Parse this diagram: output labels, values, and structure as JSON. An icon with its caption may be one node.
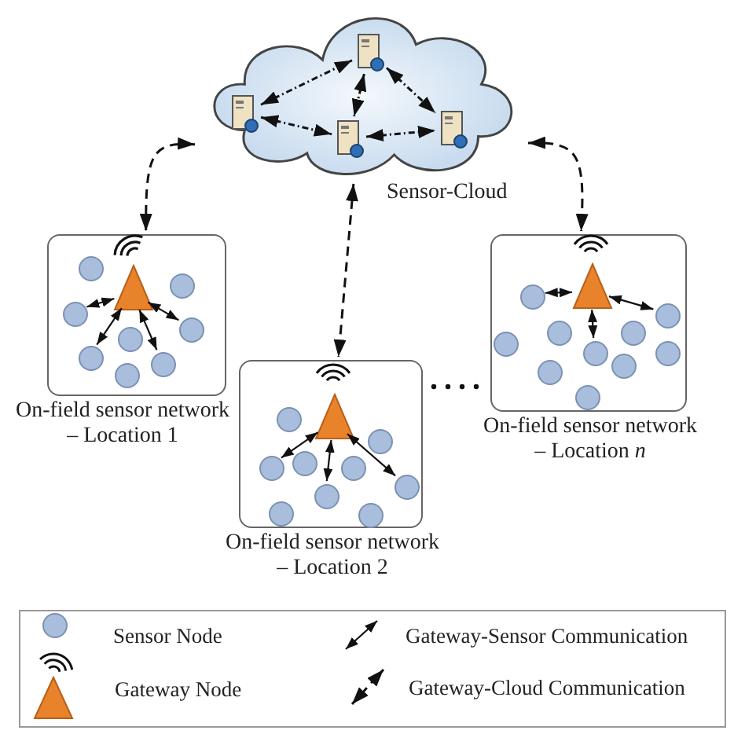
{
  "diagram": {
    "nodes": [
      {
        "text": [
          "Sensor-Cloud"
        ]
      },
      {
        "text": [],
        "shape": "server",
        "in": 0
      },
      {
        "text": [],
        "shape": "server",
        "in": 0
      },
      {
        "text": [],
        "shape": "server",
        "in": 0
      },
      {
        "text": [],
        "shape": "server",
        "in": 0
      },
      {
        "text": [
          "On-field sensor network – Location 1"
        ]
      },
      {
        "text": [],
        "shape": "triangle",
        "in": 5
      },
      {
        "text": [],
        "shape": "circle",
        "in": 5
      },
      {
        "text": [],
        "shape": "circle",
        "in": 5
      },
      {
        "text": [],
        "shape": "circle",
        "in": 5
      },
      {
        "text": [],
        "shape": "circle",
        "in": 5
      },
      {
        "text": [],
        "shape": "circle",
        "in": 5
      },
      {
        "text": [],
        "shape": "circle",
        "in": 5
      },
      {
        "text": [],
        "shape": "circle",
        "in": 5
      },
      {
        "text": [],
        "shape": "circle",
        "in": 5
      },
      {
        "text": [
          "On-field sensor network – Location 2"
        ]
      },
      {
        "text": [],
        "shape": "triangle",
        "in": 15
      },
      {
        "text": [],
        "shape": "circle",
        "in": 15
      },
      {
        "text": [],
        "shape": "circle",
        "in": 15
      },
      {
        "text": [],
        "shape": "circle",
        "in": 15
      },
      {
        "text": [],
        "shape": "circle",
        "in": 15
      },
      {
        "text": [],
        "shape": "circle",
        "in": 15
      },
      {
        "text": [],
        "shape": "circle",
        "in": 15
      },
      {
        "text": [],
        "shape": "circle",
        "in": 15
      },
      {
        "text": [],
        "shape": "circle",
        "in": 15
      },
      {
        "text": [],
        "shape": "circle",
        "in": 15
      },
      {
        "text": [
          "On-field sensor network – Location *n*"
        ]
      },
      {
        "text": [],
        "shape": "triangle",
        "in": 26
      },
      {
        "text": [],
        "shape": "circle",
        "in": 26
      },
      {
        "text": [],
        "shape": "circle",
        "in": 26
      },
      {
        "text": [],
        "shape": "circle",
        "in": 26
      },
      {
        "text": [],
        "shape": "circle",
        "in": 26
      },
      {
        "text": [],
        "shape": "circle",
        "in": 26
      },
      {
        "text": [],
        "shape": "circle",
        "in": 26
      },
      {
        "text": [],
        "shape": "circle",
        "in": 26
      },
      {
        "text": [],
        "shape": "circle",
        "in": 26
      },
      {
        "text": [],
        "shape": "circle",
        "in": 26
      },
      {
        "text": [],
        "shape": "circle",
        "in": 26
      }
    ],
    "edges": [
      {
        "from": 1,
        "to": 3,
        "arrow": "both",
        "style": "dashed"
      },
      {
        "from": 1,
        "to": 2,
        "arrow": "both",
        "style": "dashed"
      },
      {
        "from": 3,
        "to": 2,
        "arrow": "both",
        "style": "dashed"
      },
      {
        "from": 3,
        "to": 4,
        "arrow": "both",
        "style": "dashed"
      },
      {
        "from": 2,
        "to": 4,
        "arrow": "both",
        "style": "dashed"
      },
      {
        "from": 0,
        "to": 5,
        "arrow": "both",
        "style": "dashed"
      },
      {
        "from": 0,
        "to": 15,
        "arrow": "both",
        "style": "dashed"
      },
      {
        "from": 0,
        "to": 26,
        "arrow": "both",
        "style": "dashed"
      },
      {
        "from": 6,
        "to": 9,
        "arrow": "both"
      },
      {
        "from": 6,
        "to": 10,
        "arrow": "both"
      },
      {
        "from": 6,
        "to": 12,
        "arrow": "both"
      },
      {
        "from": 6,
        "to": 13,
        "arrow": "both"
      },
      {
        "from": 16,
        "to": 20,
        "arrow": "both"
      },
      {
        "from": 16,
        "to": 23,
        "arrow": "both"
      },
      {
        "from": 16,
        "to": 22,
        "arrow": "both"
      },
      {
        "from": 27,
        "to": 28,
        "arrow": "both"
      },
      {
        "from": 27,
        "to": 29,
        "arrow": "both"
      },
      {
        "from": 27,
        "to": 34,
        "arrow": "both"
      }
    ],
    "legend": [
      {
        "text": "Sensor Node"
      },
      {
        "text": "Gateway Node"
      },
      {
        "text": "Gateway-Sensor Communication"
      },
      {
        "text": "Gateway-Cloud Communication"
      }
    ]
  }
}
